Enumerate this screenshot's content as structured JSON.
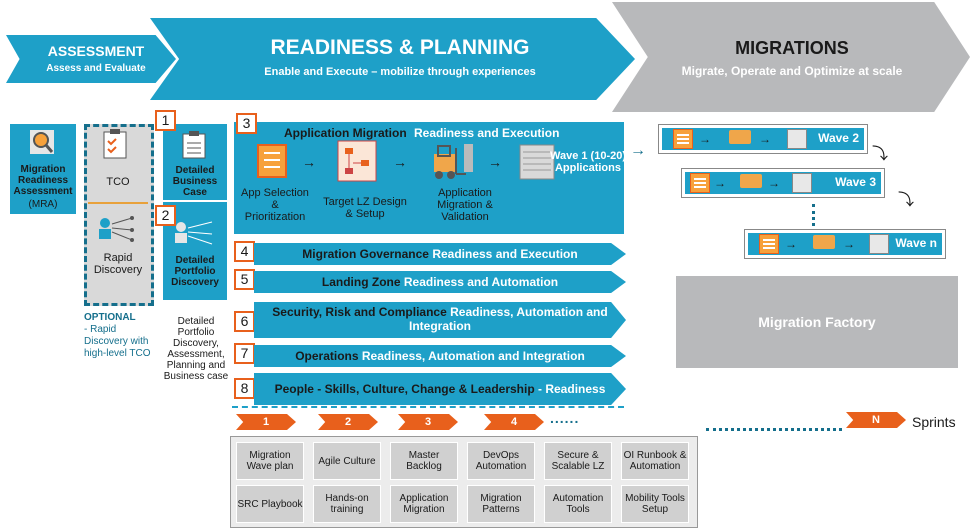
{
  "phases": {
    "assessment": {
      "title": "ASSESSMENT",
      "subtitle": "Assess and Evaluate"
    },
    "readiness": {
      "title": "READINESS & PLANNING",
      "subtitle": "Enable and Execute – mobilize through experiences"
    },
    "migrations": {
      "title": "MIGRATIONS",
      "subtitle": "Migrate, Operate and Optimize at scale"
    }
  },
  "mra": {
    "label": "Migration Readiness Assessment",
    "abbr": "(MRA)"
  },
  "optional_box": {
    "tco": "TCO",
    "rapid": "Rapid Discovery"
  },
  "optional_note": {
    "head": "OPTIONAL",
    "body": "- Rapid Discovery with high-level TCO"
  },
  "step1": {
    "num": "1",
    "label": "Detailed Business Case"
  },
  "step2": {
    "num": "2",
    "label": "Detailed Portfolio Discovery"
  },
  "step2_note": "Detailed Portfolio Discovery, Assessment, Planning and Business case",
  "step3": {
    "num": "3",
    "title_dark": "Application Migration",
    "title_white": "Readiness and Execution",
    "items": [
      "App Selection & Prioritization",
      "Target LZ Design & Setup",
      "Application Migration & Validation"
    ],
    "wave1": "Wave 1 (10-20) Applications"
  },
  "bars": [
    {
      "num": "4",
      "dark": "Migration Governance",
      "white": "Readiness and Execution"
    },
    {
      "num": "5",
      "dark": "Landing Zone",
      "white": "Readiness and Automation"
    },
    {
      "num": "6",
      "dark": "Security, Risk and Compliance",
      "white": "Readiness, Automation and Integration"
    },
    {
      "num": "7",
      "dark": "Operations",
      "white": "Readiness, Automation and Integration"
    },
    {
      "num": "8",
      "dark": "People - Skills, Culture, Change & Leadership",
      "white": "- Readiness"
    }
  ],
  "waves": [
    "Wave 2",
    "Wave 3",
    "Wave n"
  ],
  "factory": "Migration Factory",
  "sprints": {
    "items": [
      "1",
      "2",
      "3",
      "4"
    ],
    "last": "N",
    "label": "Sprints",
    "dots": "......"
  },
  "tiles": [
    [
      "Migration Wave plan",
      "Agile Culture",
      "Master Backlog",
      "DevOps Automation",
      "Secure & Scalable LZ",
      "OI Runbook & Automation"
    ],
    [
      "SRC Playbook",
      "Hands-on training",
      "Application Migration",
      "Migration Patterns",
      "Automation Tools",
      "Mobility Tools Setup"
    ]
  ],
  "colors": {
    "blue": "#1ea0c8",
    "orange": "#e8601c",
    "gray": "#b8b9bb"
  }
}
